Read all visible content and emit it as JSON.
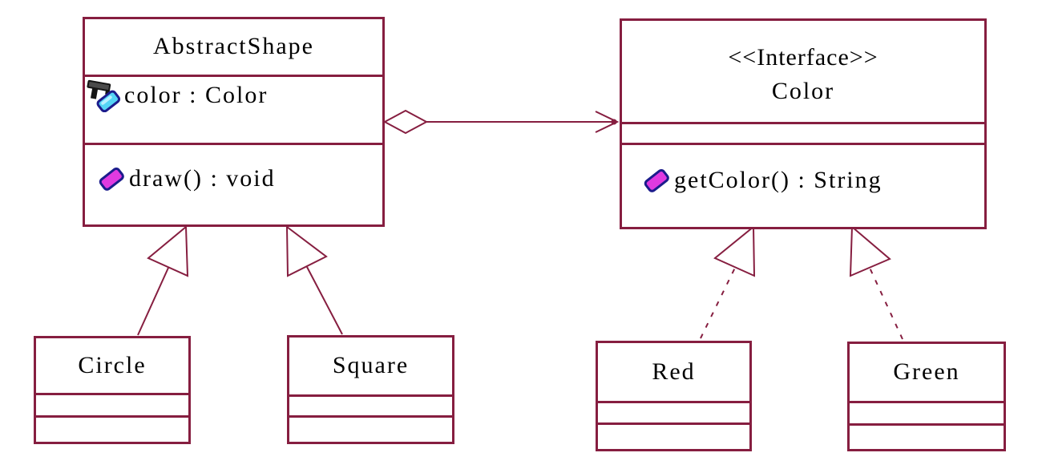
{
  "colors": {
    "line": "#861e40",
    "text": "#000000",
    "background": "#ffffff",
    "attribute_icon": "#55d4f5",
    "attribute_icon_light": "#b8f0ff",
    "method_icon": "#e03ae0",
    "icon_outline": "#1c1c8c"
  },
  "classes": {
    "abstract_shape": {
      "name": "AbstractShape",
      "attributes": [
        {
          "label": "color : Color",
          "icon": "attribute-icon"
        }
      ],
      "methods": [
        {
          "label": "draw() : void",
          "icon": "method-icon"
        }
      ]
    },
    "color_interface": {
      "stereotype": "<<Interface>>",
      "name": "Color",
      "attributes": [],
      "methods": [
        {
          "label": "getColor() : String",
          "icon": "method-icon"
        }
      ]
    },
    "circle": {
      "name": "Circle",
      "attributes": [],
      "methods": []
    },
    "square": {
      "name": "Square",
      "attributes": [],
      "methods": []
    },
    "red": {
      "name": "Red",
      "attributes": [],
      "methods": []
    },
    "green": {
      "name": "Green",
      "attributes": [],
      "methods": []
    }
  },
  "relationships": [
    {
      "type": "aggregation",
      "from": "AbstractShape",
      "to": "Color",
      "line_style": "solid",
      "source_end": "hollow-diamond",
      "target_end": "open-arrow"
    },
    {
      "type": "generalization",
      "from": "Circle",
      "to": "AbstractShape",
      "line_style": "solid",
      "target_end": "hollow-triangle"
    },
    {
      "type": "generalization",
      "from": "Square",
      "to": "AbstractShape",
      "line_style": "solid",
      "target_end": "hollow-triangle"
    },
    {
      "type": "realization",
      "from": "Red",
      "to": "Color",
      "line_style": "dashed",
      "target_end": "hollow-triangle"
    },
    {
      "type": "realization",
      "from": "Green",
      "to": "Color",
      "line_style": "dashed",
      "target_end": "hollow-triangle"
    }
  ]
}
